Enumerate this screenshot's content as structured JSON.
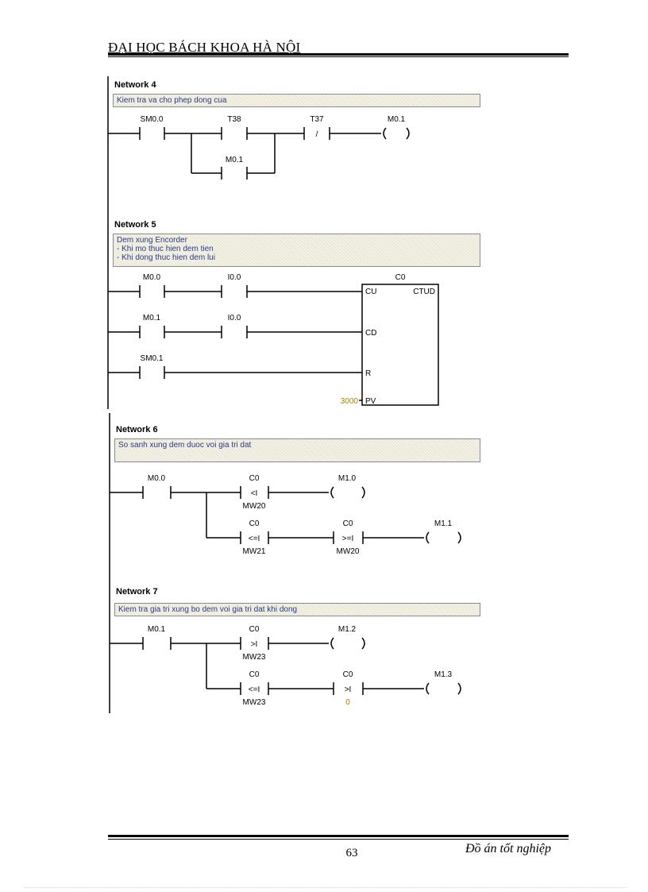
{
  "header": {
    "title": "ĐẠI HỌC BÁCH KHOA HÀ NỘI"
  },
  "footer": {
    "page_number": "63",
    "title": "Đồ án tốt nghiệp"
  },
  "networks": [
    {
      "title": "Network 4",
      "comment": [
        "Kiem tra va cho phep dong cua"
      ],
      "labels": {
        "sm00": "SM0.0",
        "t38": "T38",
        "t37": "T37",
        "not": "/",
        "m01_out": "M0.1",
        "m01_branch": "M0.1"
      }
    },
    {
      "title": "Network 5",
      "comment": [
        "Dem xung Encorder",
        "- Khi mo thuc hien dem tien",
        "- Khi dong thuc hien dem lui"
      ],
      "labels": {
        "m00": "M0.0",
        "i00a": "I0.0",
        "m01": "M0.1",
        "i00b": "I0.0",
        "sm01": "SM0.1",
        "counter": "C0",
        "cu": "CU",
        "ctud": "CTUD",
        "cd": "CD",
        "r": "R",
        "pv": "PV",
        "pv_value": "3000"
      }
    },
    {
      "title": "Network 6",
      "comment": [
        "So sanh xung dem duoc voi gia tri dat"
      ],
      "labels": {
        "m00": "M0.0",
        "c0a": "C0",
        "op_a": "<I",
        "mw20a": "MW20",
        "m10": "M1.0",
        "c0b": "C0",
        "op_b": "<=I",
        "mw21": "MW21",
        "c0c": "C0",
        "op_c": ">=I",
        "mw20b": "MW20",
        "m11": "M1.1"
      }
    },
    {
      "title": "Network 7",
      "comment": [
        "Kiem tra gia tri xung bo dem voi gia tri dat khi dong"
      ],
      "labels": {
        "m01": "M0.1",
        "c0a": "C0",
        "op_a": ">I",
        "mw23a": "MW23",
        "m12": "M1.2",
        "c0b": "C0",
        "op_b": "<=I",
        "mw23b": "MW23",
        "c0c": "C0",
        "op_c": ">I",
        "zero": "0",
        "m13": "M1.3"
      }
    }
  ]
}
